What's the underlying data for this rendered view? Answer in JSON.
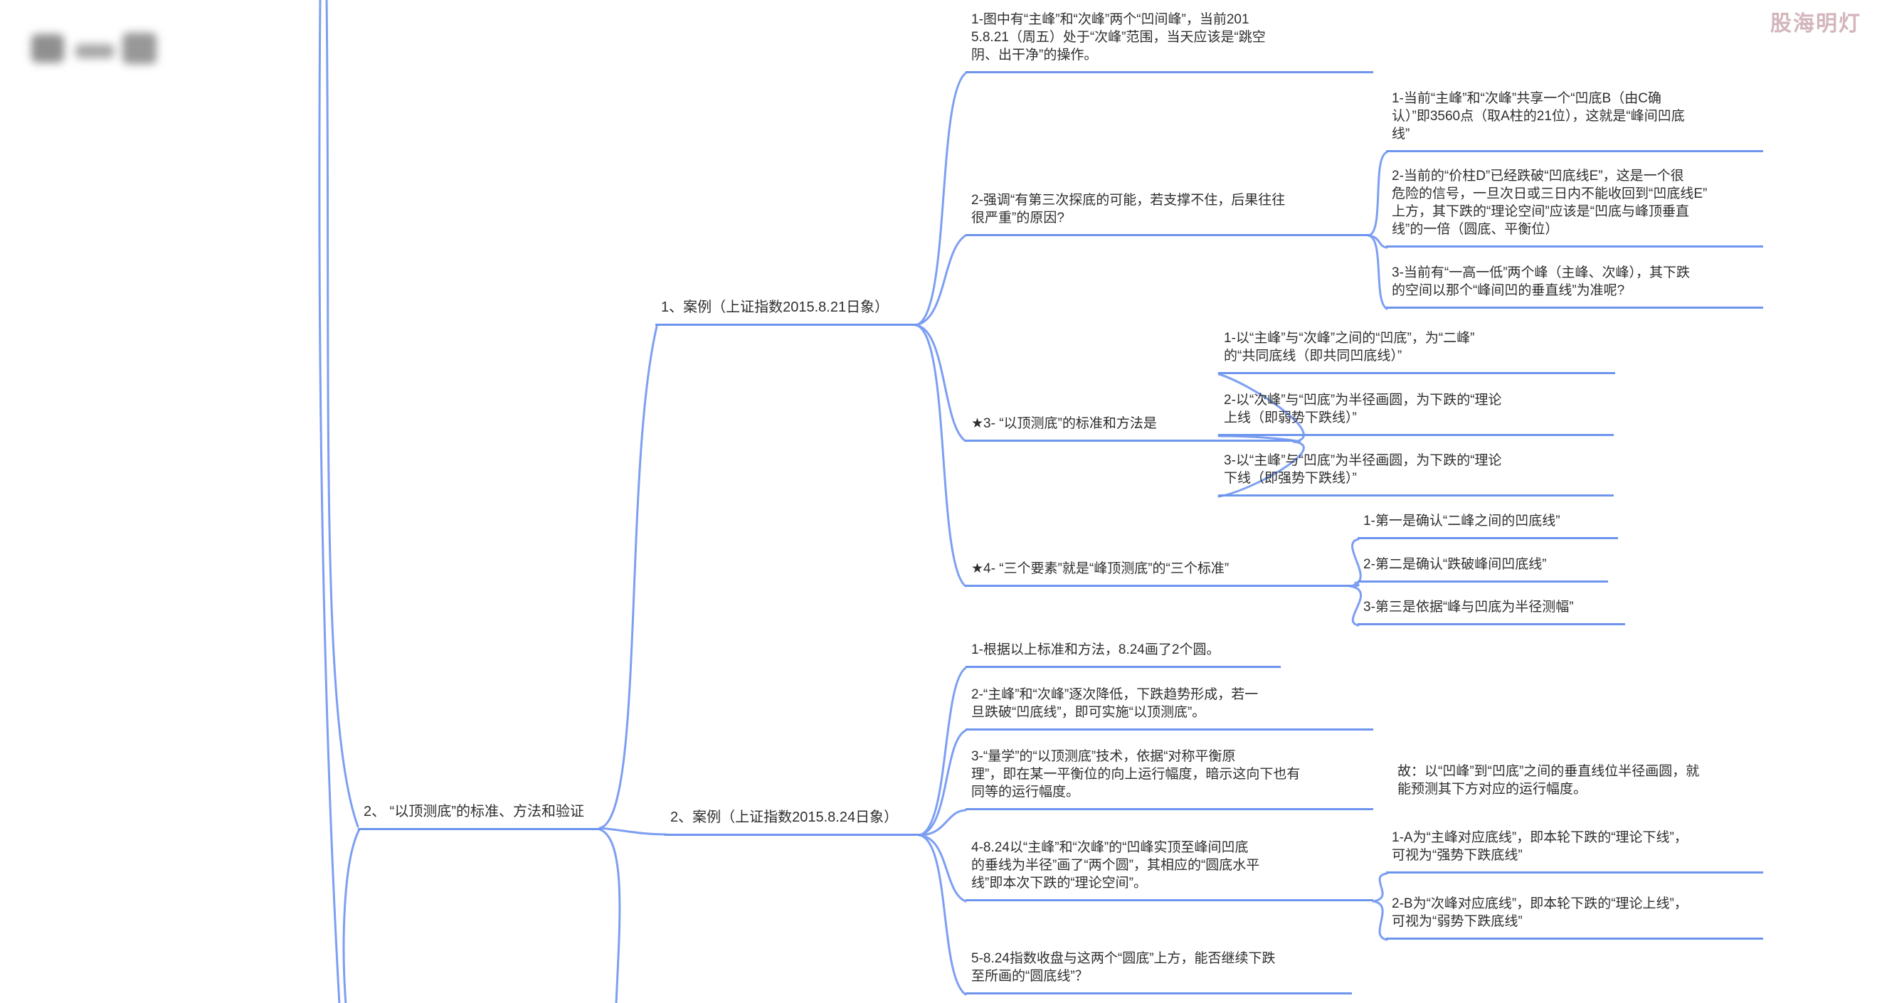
{
  "watermark": "股海明灯",
  "colors": {
    "branch": "#7d9ff2",
    "underline": "#6d95ee",
    "text": "#2e2e2e",
    "watermark": "#d2b6bb",
    "background": "#ffffff"
  },
  "mindmap": {
    "topic2": {
      "label": "2、 “以顶测底”的标准、方法和验证",
      "case1": {
        "label": "1、案例（上证指数2015.8.21日象）",
        "point1": "1-图中有“主峰”和“次峰”两个“凹间峰”，当前201\n5.8.21（周五）处于“次峰”范围，当天应该是“跳空\n阴、出干净”的操作。",
        "point2": {
          "label": "2-强调“有第三次探底的可能，若支撑不住，后果往往\n很严重”的原因?",
          "sub1": "1-当前“主峰”和“次峰”共享一个“凹底B（由C确\n认）”即3560点（取A柱的21位），这就是“峰间凹底\n线”",
          "sub2": "2-当前的“价柱D”已经跌破“凹底线E”，这是一个很\n危险的信号，一旦次日或三日内不能收回到“凹底线E”\n上方，其下跌的“理论空间”应该是“凹底与峰顶垂直\n线”的一倍（圆底、平衡位）",
          "sub3": "3-当前有“一高一低”两个峰（主峰、次峰），其下跌\n的空间以那个“峰间凹的垂直线”为准呢?"
        },
        "point3": {
          "label": "★3- “以顶测底”的标准和方法是",
          "sub1": "1-以“主峰”与“次峰”之间的“凹底”，为“二峰”\n的“共同底线（即共同凹底线）”",
          "sub2": "2-以“次峰”与“凹底”为半径画圆，为下跌的“理论\n上线（即弱势下跌线）”",
          "sub3": "3-以“主峰”与“凹底”为半径画圆，为下跌的“理论\n下线（即强势下跌线）”"
        },
        "point4": {
          "label": "★4- “三个要素”就是“峰顶测底”的“三个标准”",
          "sub1": "1-第一是确认“二峰之间的凹底线”",
          "sub2": "2-第二是确认“跌破峰间凹底线”",
          "sub3": "3-第三是依据“峰与凹底为半径测幅”"
        }
      },
      "case2": {
        "label": "2、案例（上证指数2015.8.24日象）",
        "point1": "1-根据以上标准和方法，8.24画了2个圆。",
        "point2": "2-“主峰”和“次峰”逐次降低，下跌趋势形成，若一\n旦跌破“凹底线”，即可实施“以顶测底”。",
        "point3": {
          "label": "3-“量学”的“以顶测底”技术，依据“对称平衡原\n理”，即在某一平衡位的向上运行幅度，暗示这向下也有\n同等的运行幅度。",
          "note": "故：以“凹峰”到“凹底”之间的垂直线位半径画圆，就\n能预测其下方对应的运行幅度。"
        },
        "point4": {
          "label": "4-8.24以“主峰”和“次峰”的“凹峰实顶至峰间凹底\n的垂线为半径”画了“两个圆”，其相应的“圆底水平\n线”即本次下跌的“理论空间”。",
          "sub1": "1-A为“主峰对应底线”，即本轮下跌的“理论下线”，\n可视为“强势下跌底线”",
          "sub2": "2-B为“次峰对应底线”，即本轮下跌的“理论上线”，\n可视为“弱势下跌底线”"
        },
        "point5": "5-8.24指数收盘与这两个“圆底”上方，能否继续下跌\n至所画的“圆底线”？"
      }
    }
  }
}
